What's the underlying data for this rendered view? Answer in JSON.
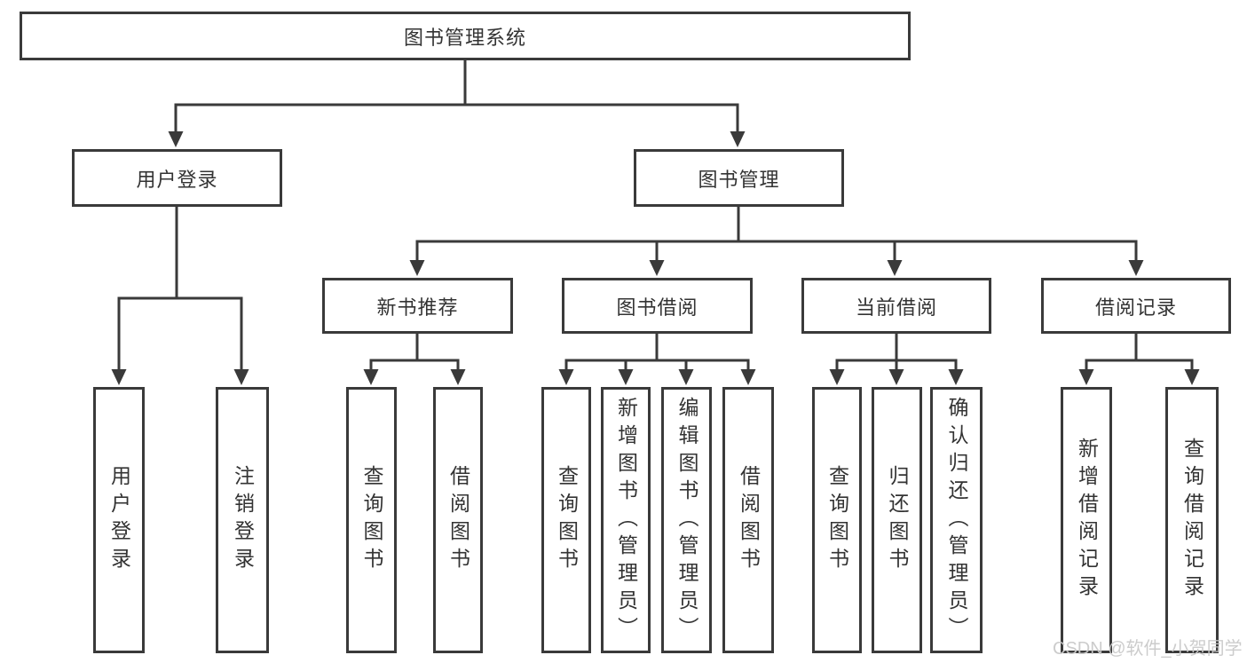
{
  "diagram": {
    "root": {
      "label": "图书管理系统"
    },
    "level1": [
      {
        "label": "用户登录",
        "children": [
          {
            "label": "用户登录"
          },
          {
            "label": "注销登录"
          }
        ]
      },
      {
        "label": "图书管理",
        "children": [
          {
            "label": "新书推荐",
            "children": [
              {
                "label": "查询图书"
              },
              {
                "label": "借阅图书"
              }
            ]
          },
          {
            "label": "图书借阅",
            "children": [
              {
                "label": "查询图书"
              },
              {
                "label": "新增图书（管理员）"
              },
              {
                "label": "编辑图书（管理员）"
              },
              {
                "label": "借阅图书"
              }
            ]
          },
          {
            "label": "当前借阅",
            "children": [
              {
                "label": "查询图书"
              },
              {
                "label": "归还图书"
              },
              {
                "label": "确认归还（管理员）"
              }
            ]
          },
          {
            "label": "借阅记录",
            "children": [
              {
                "label": "新增借阅记录"
              },
              {
                "label": "查询借阅记录"
              }
            ]
          }
        ]
      }
    ],
    "colors": {
      "line": "#3a3a3a",
      "box_border": "#3a3a3a",
      "text": "#333333",
      "watermark": "#c9c9c9"
    }
  },
  "watermark": {
    "text": "CSDN @软件_小贺同学"
  }
}
